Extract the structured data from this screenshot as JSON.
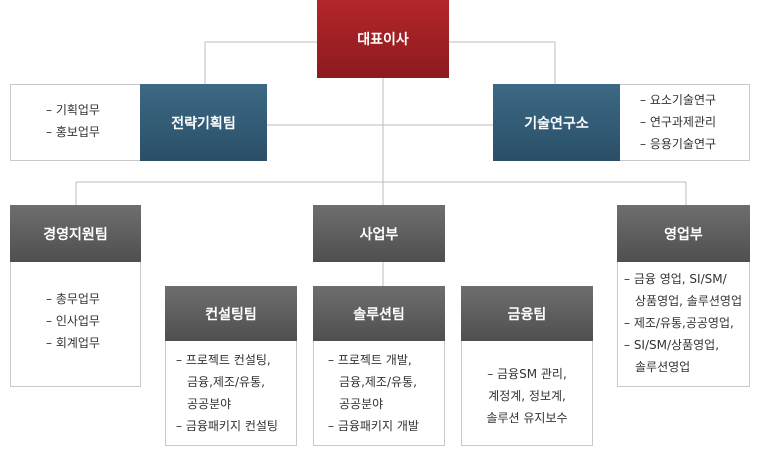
{
  "ceo": "대표이사",
  "strategy": {
    "title": "전략기획팀",
    "items": [
      "– 기획업무",
      "– 홍보업무"
    ]
  },
  "rnd": {
    "title": "기술연구소",
    "items": [
      "– 요소기술연구",
      "– 연구과제관리",
      "– 응용기술연구"
    ]
  },
  "management": {
    "title": "경영지원팀",
    "items": [
      "– 총무업무",
      "– 인사업무",
      "– 회계업무"
    ]
  },
  "business": {
    "title": "사업부"
  },
  "sales": {
    "title": "영업부",
    "items": [
      "– 금융 영업, SI/SM/",
      "상품영업, 솔루션영업",
      "– 제조/유통,공공영업,",
      "– SI/SM/상품영업,",
      "솔루션영업"
    ]
  },
  "consulting": {
    "title": "컨설팅팀",
    "items": [
      "– 프로젝트 컨설팅,",
      "금융,제조/유통,",
      "공공분야",
      "– 금융패키지 컨설팅"
    ]
  },
  "solution": {
    "title": "솔루션팀",
    "items": [
      "– 프로젝트 개발,",
      "금융,제조/유통,",
      "공공분야",
      "– 금융패키지 개발"
    ]
  },
  "finance": {
    "title": "금융팀",
    "items": [
      "– 금융SM 관리,",
      "계정계, 정보계,",
      "솔루션 유지보수"
    ]
  }
}
